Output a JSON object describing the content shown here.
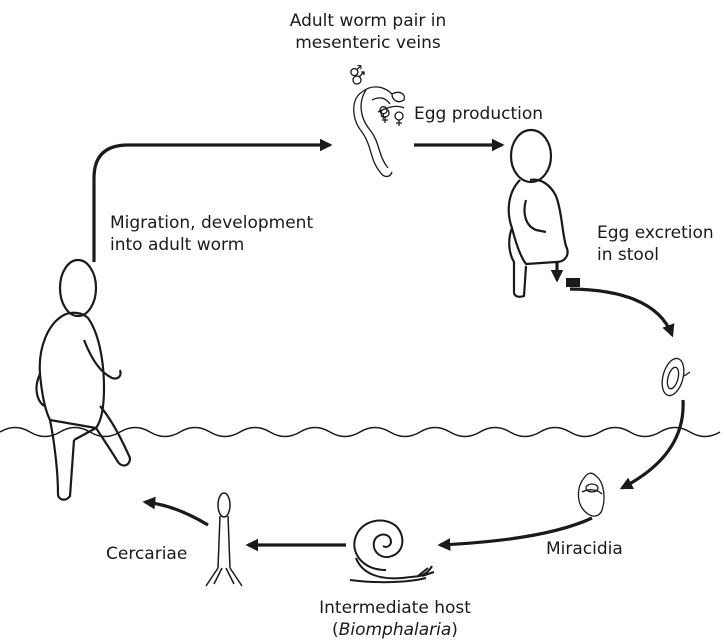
{
  "labels": {
    "adult_worm_line1": "Adult worm pair in",
    "adult_worm_line2": "mesenteric veins",
    "egg_production": "Egg production",
    "migration_line1": "Migration, development",
    "migration_line2": "into adult worm",
    "egg_excretion_line1": "Egg excretion",
    "egg_excretion_line2": "in stool",
    "miracidia": "Miracidia",
    "cercariae": "Cercariae",
    "intermediate_line1": "Intermediate host",
    "intermediate_open": "(",
    "intermediate_genus": "Biomphalaria",
    "intermediate_close": ")"
  },
  "symbols": {
    "male": "♂",
    "female": "♀"
  },
  "icons": {
    "worm": "worm-pair-icon",
    "sitting_person": "sitting-person-icon",
    "walking_person": "walking-person-icon",
    "egg": "egg-icon",
    "miracidium": "miracidium-icon",
    "snail": "snail-icon",
    "cercaria": "cercaria-icon"
  },
  "colors": {
    "ink": "#1a1a1a",
    "background": "#ffffff"
  }
}
